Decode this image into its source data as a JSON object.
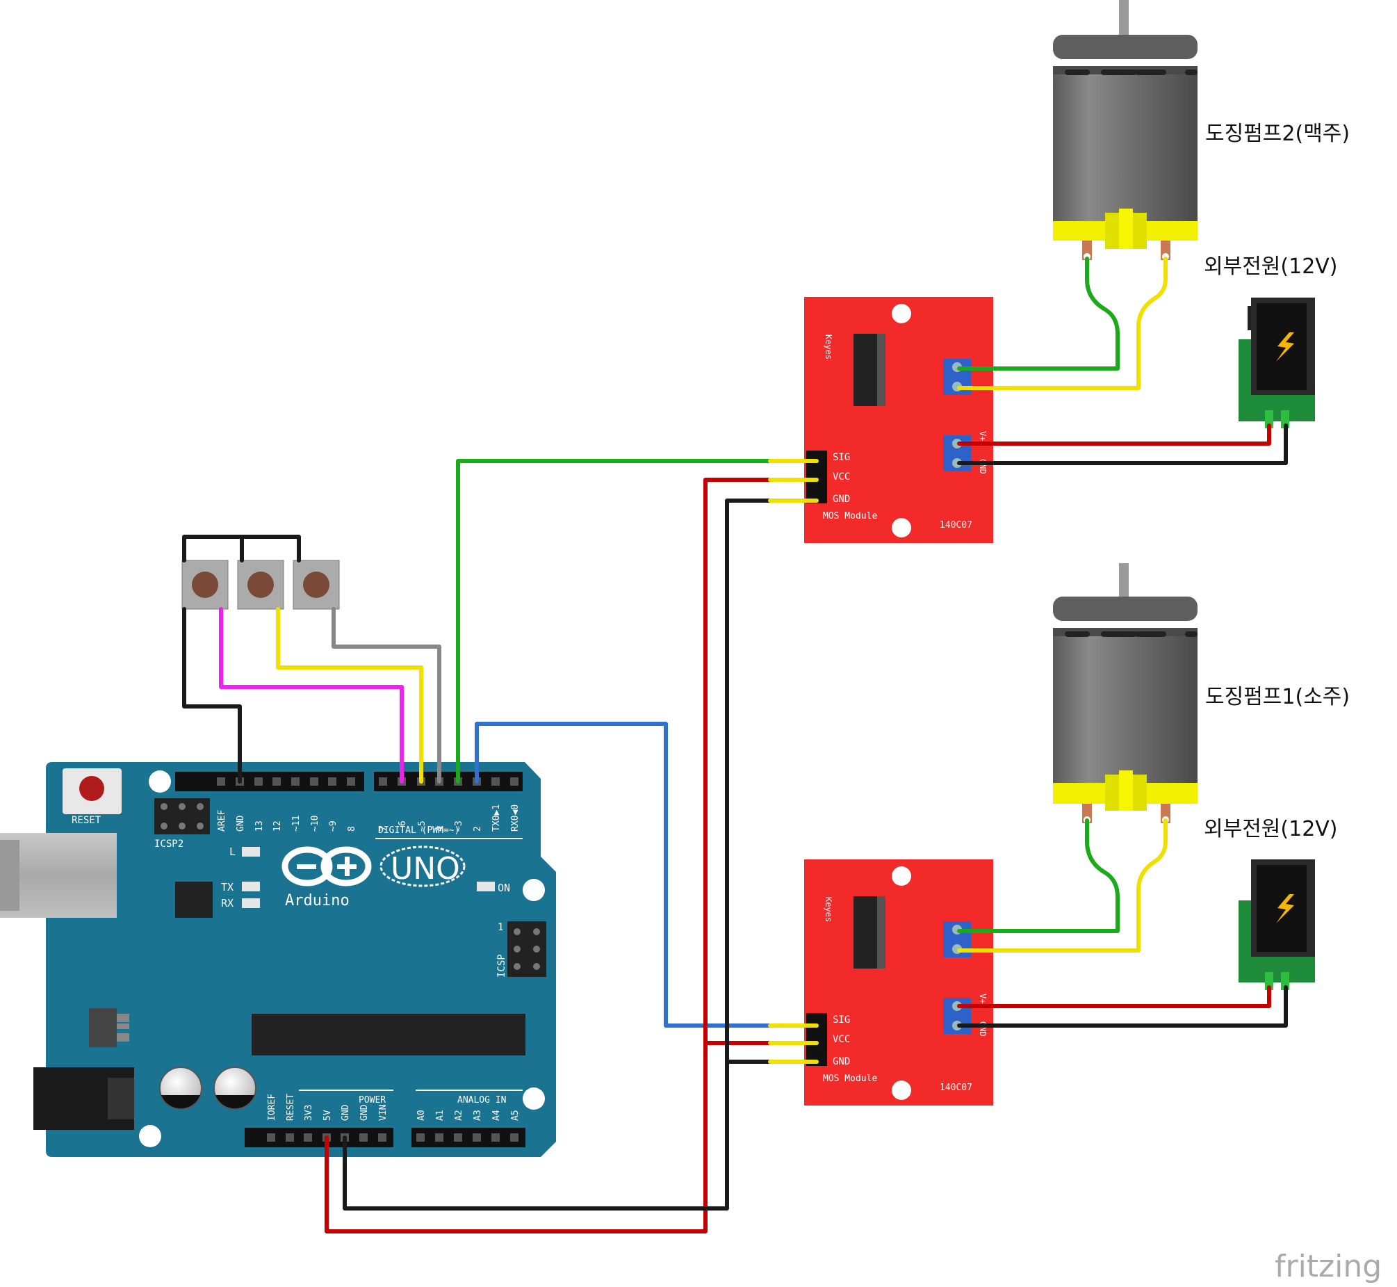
{
  "labels": {
    "pump2": "도징펌프2(맥주)",
    "pump1": "도징펌프1(소주)",
    "power_top": "외부전원(12V)",
    "power_bottom": "외부전원(12V)",
    "watermark": "fritzing"
  },
  "mos_module": {
    "sig": "SIG",
    "vcc": "VCC",
    "gnd": "GND",
    "name": "MOS Module",
    "keyes": "Keyes",
    "code": "140C07",
    "terminal_top": "V+",
    "terminal_bottom": "GND"
  },
  "arduino": {
    "brand": "Arduino",
    "model": "UNO",
    "reset": "RESET",
    "icsp2": "ICSP2",
    "icsp": "ICSP",
    "icsp_pin1": "1",
    "led_l": "L",
    "led_tx": "TX",
    "led_rx": "RX",
    "led_on": "ON",
    "digital_label": "DIGITAL (PWM=~)",
    "power_label": "POWER",
    "analog_label": "ANALOG IN",
    "top_pins": [
      "AREF",
      "GND",
      "13",
      "12",
      "~11",
      "~10",
      "~9",
      "8",
      "7",
      "~6",
      "~5",
      "4",
      "~3",
      "2",
      "TX0▶1",
      "RX0◀0"
    ],
    "power_pins": [
      "IOREF",
      "RESET",
      "3V3",
      "5V",
      "GND",
      "GND",
      "VIN"
    ],
    "analog_pins": [
      "A0",
      "A1",
      "A2",
      "A3",
      "A4",
      "A5"
    ]
  },
  "colors": {
    "board": "#1a7391",
    "module": "#f32a2a",
    "wire_green": "#1aaa1a",
    "wire_yellow": "#f0e000",
    "wire_red": "#c40000",
    "wire_black": "#1a1a1a",
    "wire_blue": "#2f70d0",
    "wire_magenta": "#ee22ee",
    "wire_gray": "#888888"
  }
}
